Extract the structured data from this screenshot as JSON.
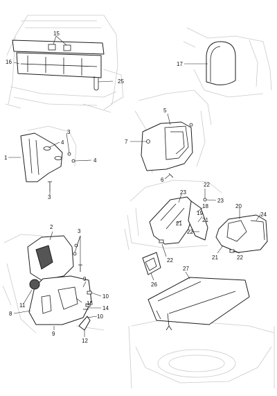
{
  "callouts": {
    "c1": "1",
    "c2": "2",
    "c3a": "3",
    "c3b": "3",
    "c3c": "3",
    "c4a": "4",
    "c4b": "4",
    "c5": "5",
    "c6": "6",
    "c7": "7",
    "c8": "8",
    "c9a": "9",
    "c9b": "9",
    "c10a": "10",
    "c10b": "10",
    "c11": "11",
    "c12": "12",
    "c13": "13",
    "c14": "14",
    "c15": "15",
    "c16": "16",
    "c17": "17",
    "c18": "18",
    "c19": "19",
    "c20": "20",
    "c21a": "21",
    "c21b": "21",
    "c21c": "21",
    "c22a": "22",
    "c22b": "22",
    "c22c": "22",
    "c23a": "23",
    "c23b": "23",
    "c24": "24",
    "c25": "25",
    "c26": "26",
    "c27": "27"
  }
}
